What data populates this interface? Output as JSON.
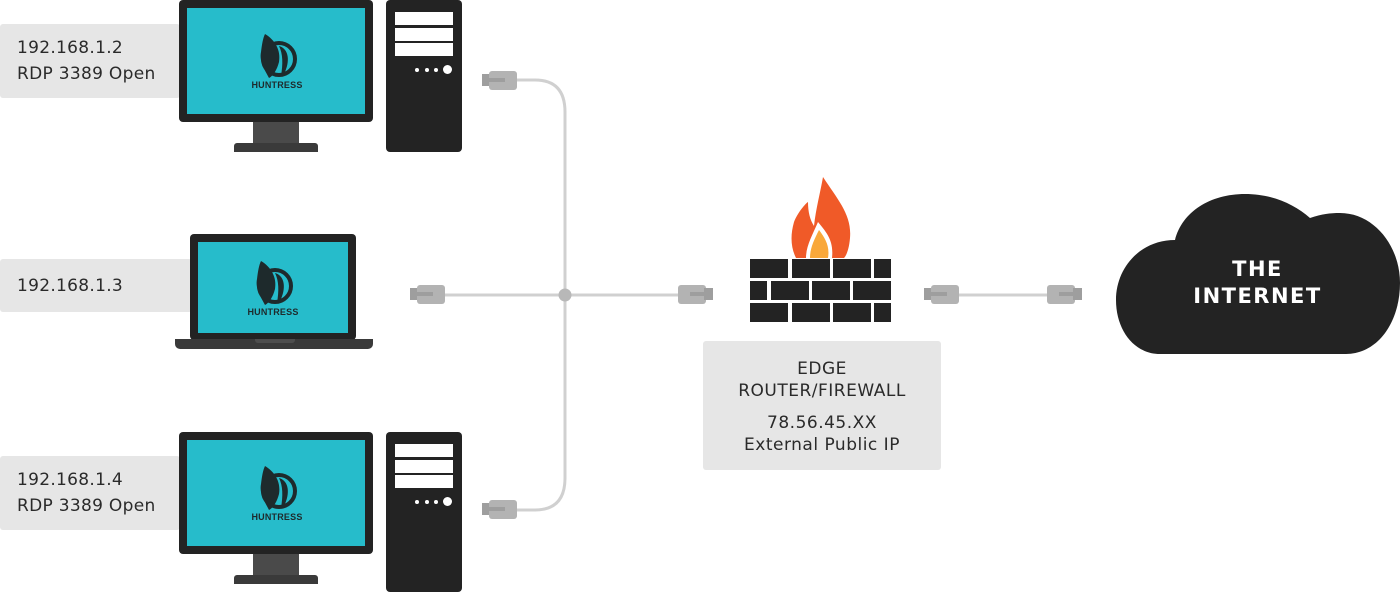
{
  "devices": [
    {
      "type": "desktop",
      "ip": "192.168.1.2",
      "status": "RDP 3389 Open",
      "logo": "HUNTRESS"
    },
    {
      "type": "laptop",
      "ip": "192.168.1.3",
      "status": "",
      "logo": "HUNTRESS"
    },
    {
      "type": "desktop",
      "ip": "192.168.1.4",
      "status": "RDP 3389 Open",
      "logo": "HUNTRESS"
    }
  ],
  "router": {
    "title_line1": "EDGE",
    "title_line2": "ROUTER/FIREWALL",
    "ip": "78.56.45.XX",
    "ip_label": "External Public IP"
  },
  "internet": {
    "line1": "THE",
    "line2": "INTERNET"
  },
  "icons": {
    "screen_logo": "huntress-logo-icon",
    "firewall": "firewall-icon",
    "flame": "flame-icon",
    "cable_connector": "ethernet-connector-icon",
    "cloud": "cloud-icon"
  },
  "colors": {
    "screen": "#26bccb",
    "device_dark": "#232323",
    "label_bg": "#e6e6e6",
    "cable": "#d0d0d0",
    "connector": "#b3b3b3",
    "flame_outer": "#f05a28",
    "flame_inner": "#f9a83a"
  }
}
